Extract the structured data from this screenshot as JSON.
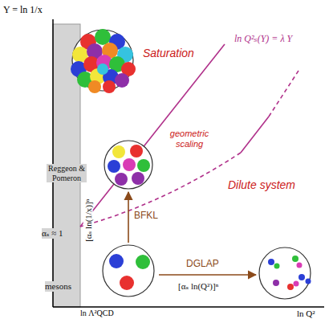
{
  "diagram": {
    "labels": [
      "Y = ln 1/x",
      "Saturation",
      "ln Q²ₛ(Y) = λ Y",
      "Reggeon & Pomeron",
      "geometric scaling",
      "Dilute system",
      "αₛ ≈ 1",
      "[αₛ ln(1/x)]ⁿ",
      "BFKL",
      "mesons",
      "DGLAP",
      "[αₛ ln(Q²)]ⁿ",
      "ln Λ²QCD",
      "ln Q²"
    ]
  }
}
